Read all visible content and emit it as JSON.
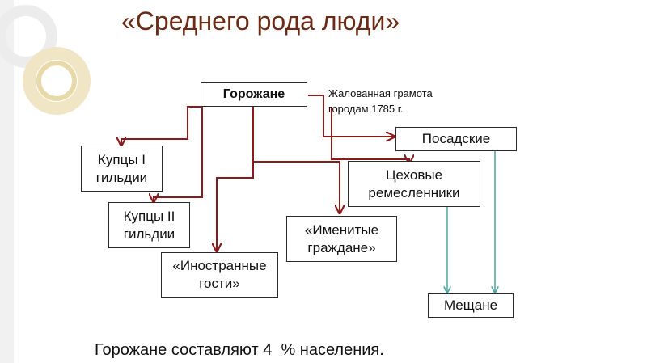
{
  "title": "«Среднего рода люди»",
  "nodes": {
    "gorozhane": "Горожане",
    "posadskie": "Посадские",
    "kuptsy1": "Купцы I гильдии",
    "tsekhovye": "Цеховые ремесленники",
    "kuptsy2": "Купцы II гильдии",
    "imenitye": "«Именитые граждане»",
    "inostrannye": "«Иностранные гости»",
    "meshchane": "Мещане"
  },
  "note": {
    "line1": "Жалованная грамота",
    "line2": "городам 1785 г."
  },
  "footer": "Горожане составляют 4  % населения.",
  "colors": {
    "title": "#6a2a14",
    "arrow_dark": "#8b1a1a",
    "arrow_light": "#4aa5a0"
  }
}
